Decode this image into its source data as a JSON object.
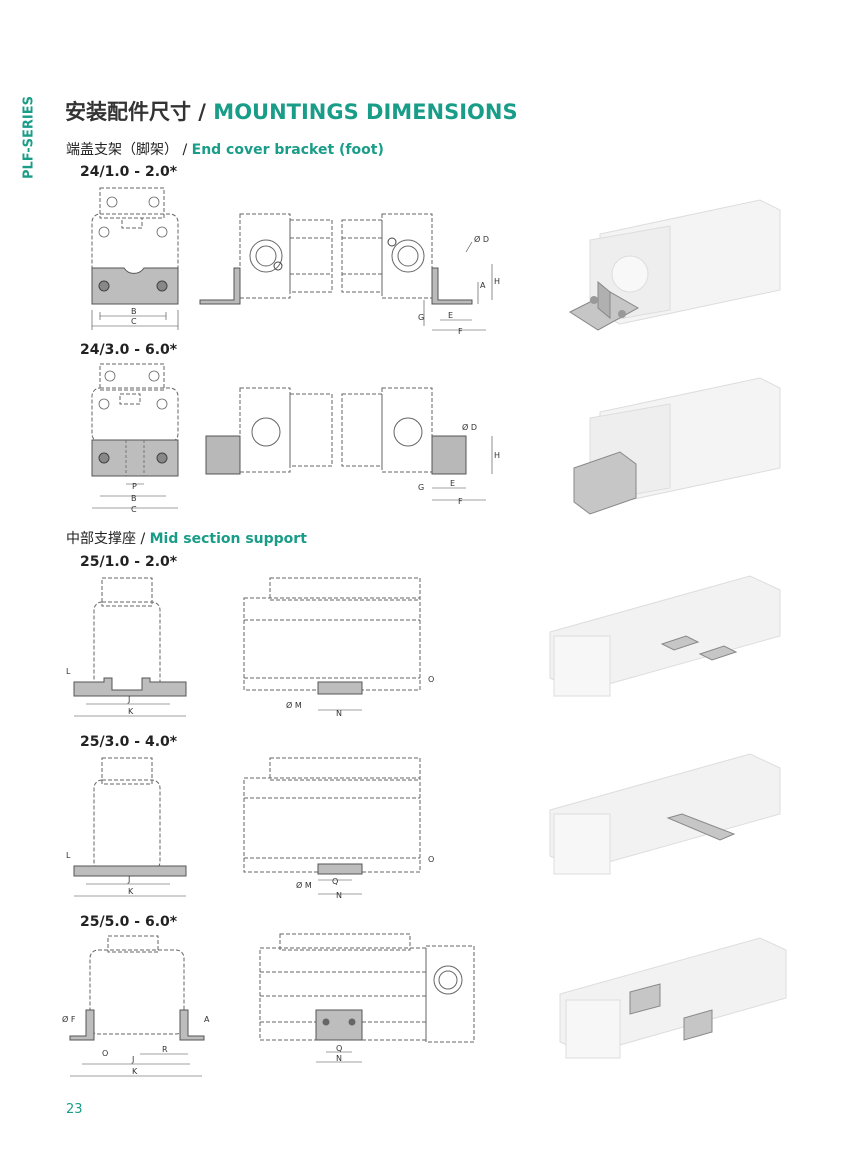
{
  "side_tag": "PLF-SERIES",
  "page_title": {
    "cn": "安装配件尺寸",
    "sep": " / ",
    "en": "MOUNTINGS DIMENSIONS"
  },
  "sections": [
    {
      "cn": "端盖支架（脚架）",
      "sep": " / ",
      "en": "End cover bracket (foot)"
    },
    {
      "cn": "中部支撑座",
      "sep": " / ",
      "en": "Mid section support"
    }
  ],
  "models": [
    "24/1.0 - 2.0*",
    "24/3.0 - 6.0*",
    "25/1.0 - 2.0*",
    "25/3.0 - 4.0*",
    "25/5.0 - 6.0*"
  ],
  "dims": {
    "B": "B",
    "C": "C",
    "D": "Ø D",
    "H": "H",
    "A": "A",
    "E": "E",
    "F": "F",
    "G": "G",
    "P": "P",
    "L": "L",
    "J": "J",
    "K": "K",
    "M": "Ø M",
    "N": "N",
    "O": "O",
    "Q": "Q",
    "R": "R",
    "OF": "Ø F"
  },
  "page_number": "23",
  "colors": {
    "accent": "#1a9d88",
    "line": "#555555",
    "bracket": "#b8b8b8"
  }
}
